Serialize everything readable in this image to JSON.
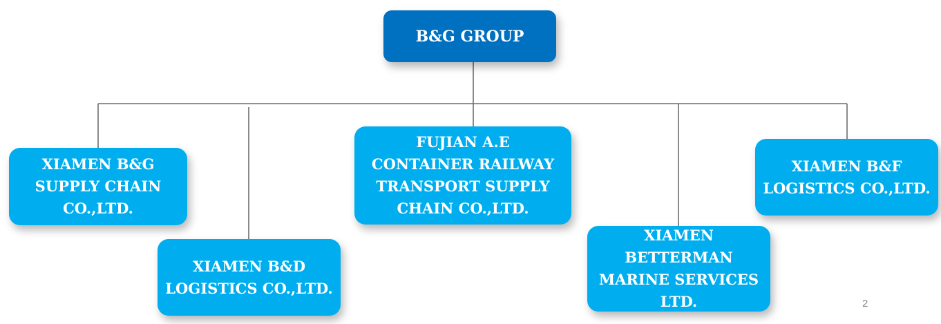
{
  "org_chart": {
    "root": "B&G GROUP",
    "subsidiaries": [
      "XIAMEN B&G\nSUPPLY CHAIN\nCO.,LTD.",
      "XIAMEN B&D\nLOGISTICS CO.,LTD.",
      "FUJIAN A.E\nCONTAINER RAILWAY\nTRANSPORT SUPPLY\nCHAIN CO.,LTD.",
      "XIAMEN\nBETTERMAN\nMARINE SERVICES\nLTD.",
      "XIAMEN B&F\nLOGISTICS CO.,LTD."
    ]
  },
  "page_number": "2"
}
